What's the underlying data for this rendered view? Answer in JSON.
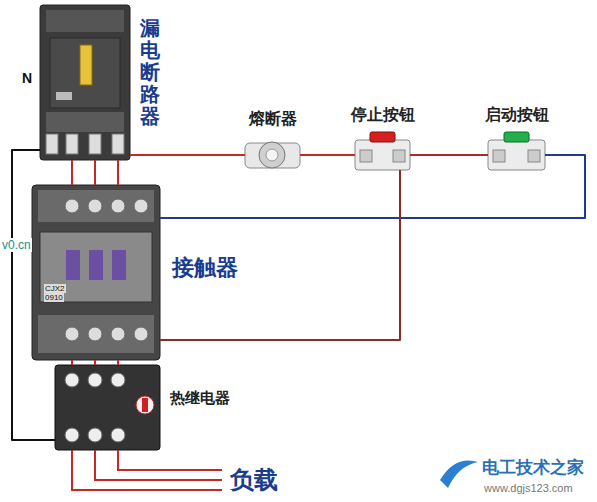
{
  "diagram": {
    "nodes": [
      {
        "text": [
          "漏电断路器"
        ]
      },
      {
        "text": [
          "熔断器"
        ]
      },
      {
        "text": [
          "停止按钮"
        ]
      },
      {
        "text": [
          "启动按钮"
        ]
      },
      {
        "text": [
          "接触器"
        ]
      },
      {
        "text": [
          "热继电器"
        ]
      }
    ],
    "edges": [
      {
        "from": 0,
        "to": 4,
        "arrow": "none"
      },
      {
        "from": 0,
        "to": 4,
        "arrow": "none"
      },
      {
        "from": 0,
        "to": 4,
        "arrow": "none"
      },
      {
        "from": 0,
        "to": 1,
        "arrow": "none"
      },
      {
        "from": 1,
        "to": 2,
        "arrow": "none"
      },
      {
        "from": 2,
        "to": 3,
        "arrow": "none"
      },
      {
        "from": 3,
        "to": 4,
        "arrow": "none"
      },
      {
        "from": 2,
        "to": 4,
        "arrow": "none"
      },
      {
        "from": 4,
        "to": 5,
        "arrow": "none"
      },
      {
        "from": 4,
        "to": 5,
        "arrow": "none"
      },
      {
        "from": 4,
        "to": 5,
        "arrow": "none"
      },
      {
        "from": 0,
        "to": 5,
        "arrow": "none"
      }
    ],
    "labels": [
      "N",
      "v0.cn",
      "CJX2",
      "0910",
      "负载",
      "电工技术之家",
      "www.dgjs123.com"
    ]
  }
}
